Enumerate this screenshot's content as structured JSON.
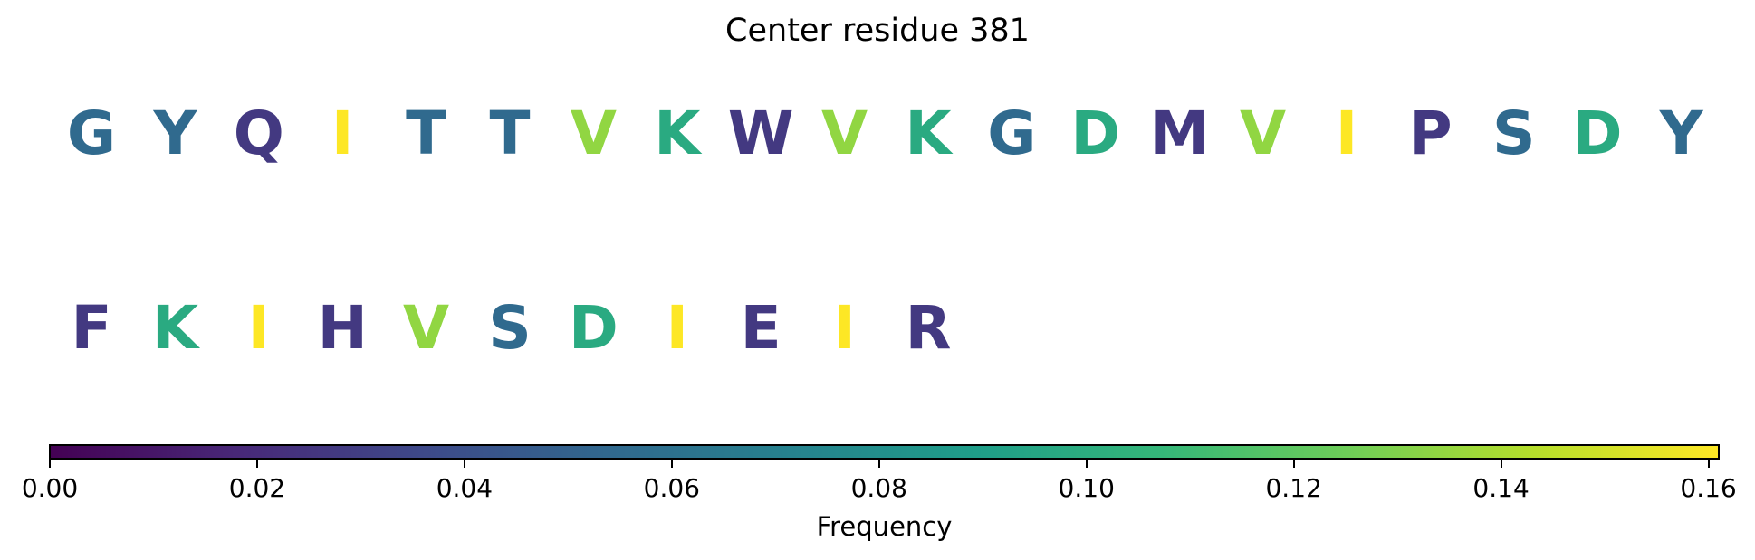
{
  "chart_data": {
    "type": "sequence-logo",
    "title": "Center residue 381",
    "colormap": "viridis",
    "colors": {
      "viridis_stops": [
        "#440154",
        "#482878",
        "#3e4989",
        "#31688e",
        "#26828e",
        "#1f9e89",
        "#35b779",
        "#6ece58",
        "#b5de2b",
        "#fde725"
      ]
    },
    "rows": [
      {
        "residues": [
          {
            "letter": "G",
            "frequency": 0.055
          },
          {
            "letter": "Y",
            "frequency": 0.055
          },
          {
            "letter": "Q",
            "frequency": 0.027
          },
          {
            "letter": "I",
            "frequency": 0.161
          },
          {
            "letter": "T",
            "frequency": 0.055
          },
          {
            "letter": "T",
            "frequency": 0.055
          },
          {
            "letter": "V",
            "frequency": 0.134
          },
          {
            "letter": "K",
            "frequency": 0.098
          },
          {
            "letter": "W",
            "frequency": 0.027
          },
          {
            "letter": "V",
            "frequency": 0.134
          },
          {
            "letter": "K",
            "frequency": 0.098
          },
          {
            "letter": "G",
            "frequency": 0.055
          },
          {
            "letter": "D",
            "frequency": 0.098
          },
          {
            "letter": "M",
            "frequency": 0.027
          },
          {
            "letter": "V",
            "frequency": 0.134
          },
          {
            "letter": "I",
            "frequency": 0.161
          },
          {
            "letter": "P",
            "frequency": 0.027
          },
          {
            "letter": "S",
            "frequency": 0.055
          },
          {
            "letter": "D",
            "frequency": 0.098
          },
          {
            "letter": "Y",
            "frequency": 0.055
          }
        ]
      },
      {
        "residues": [
          {
            "letter": "F",
            "frequency": 0.027
          },
          {
            "letter": "K",
            "frequency": 0.098
          },
          {
            "letter": "I",
            "frequency": 0.161
          },
          {
            "letter": "H",
            "frequency": 0.027
          },
          {
            "letter": "V",
            "frequency": 0.134
          },
          {
            "letter": "S",
            "frequency": 0.055
          },
          {
            "letter": "D",
            "frequency": 0.098
          },
          {
            "letter": "I",
            "frequency": 0.161
          },
          {
            "letter": "E",
            "frequency": 0.027
          },
          {
            "letter": "I",
            "frequency": 0.161
          },
          {
            "letter": "R",
            "frequency": 0.027
          }
        ]
      }
    ],
    "colorbar": {
      "label": "Frequency",
      "range": [
        0,
        0.161
      ],
      "orientation": "horizontal",
      "location": "bottom",
      "ticks": [
        0.0,
        0.02,
        0.04,
        0.06,
        0.08,
        0.1,
        0.12,
        0.14,
        0.16
      ],
      "tick_labels": [
        "0.00",
        "0.02",
        "0.04",
        "0.06",
        "0.08",
        "0.10",
        "0.12",
        "0.14",
        "0.16"
      ]
    }
  }
}
